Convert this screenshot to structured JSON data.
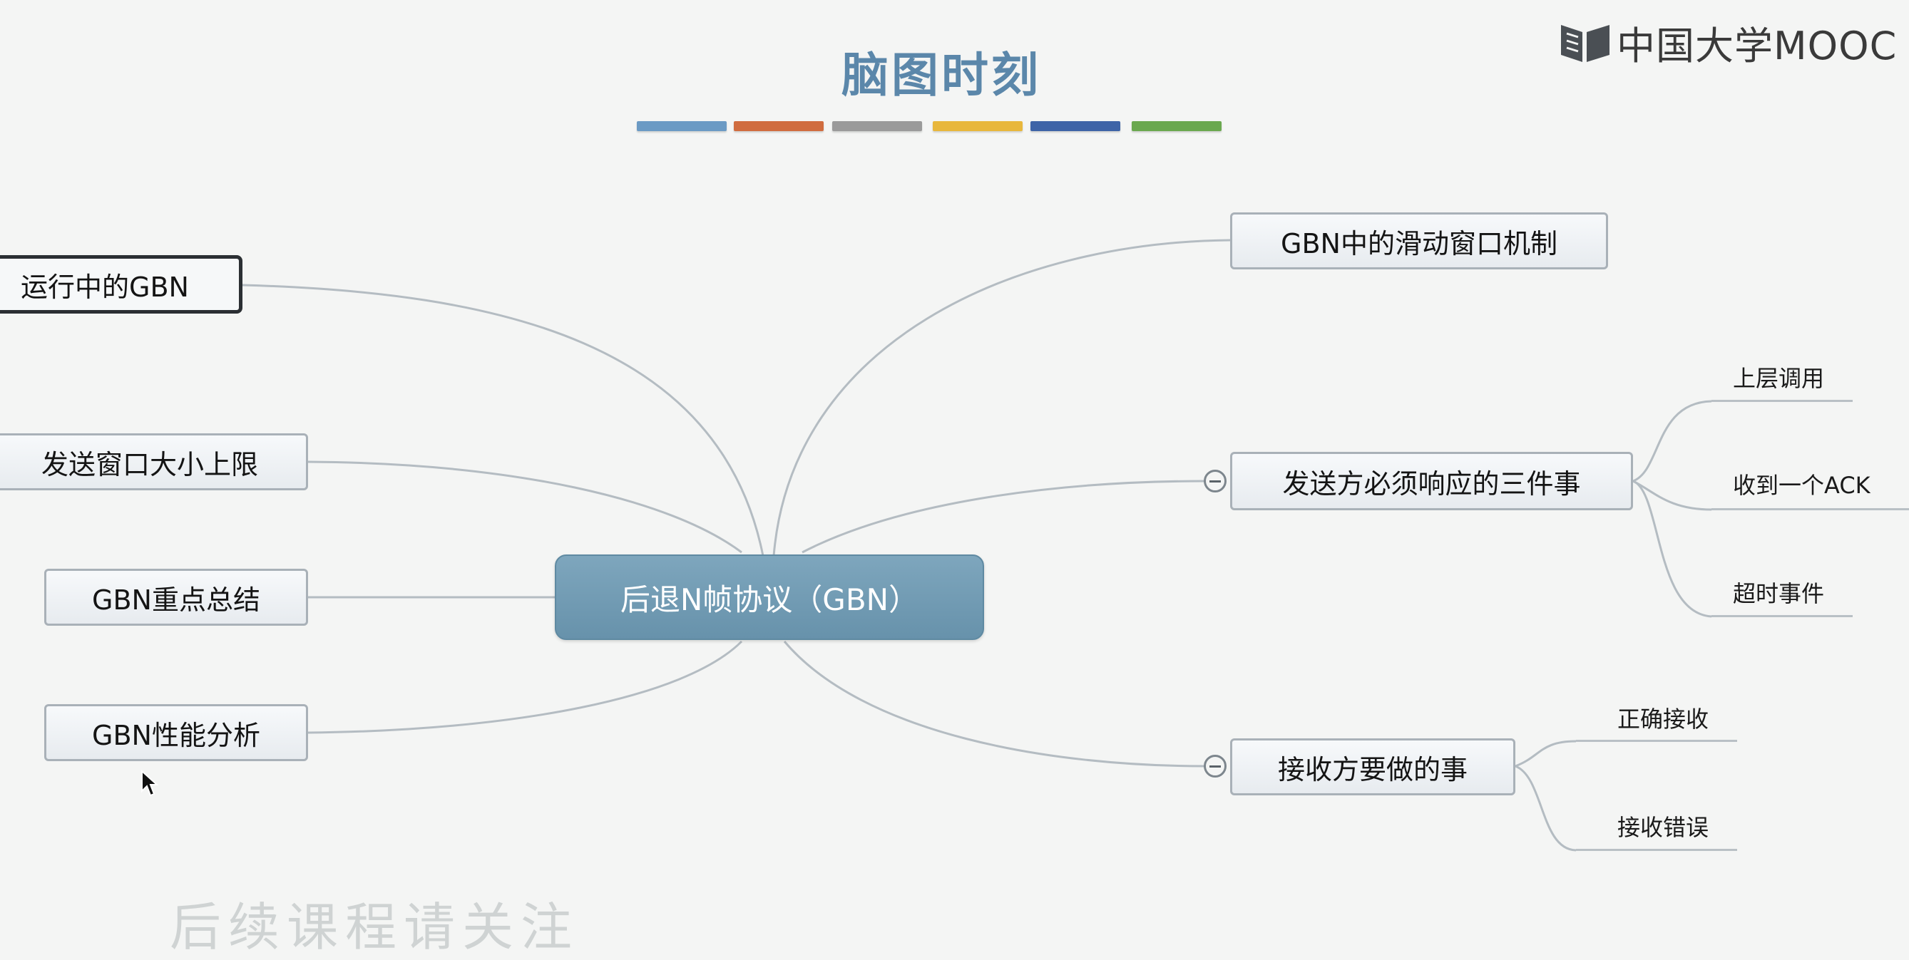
{
  "header": {
    "title": "脑图时刻",
    "title_color": "#5b87aa",
    "color_bars": [
      "#6b9ac4",
      "#d06c3f",
      "#9a9a9a",
      "#e8b73c",
      "#3e64a7",
      "#6aa84f"
    ],
    "brand": "中国大学MOOC",
    "brand_icon": "open-book-icon"
  },
  "mindmap": {
    "central": "后退N帧协议（GBN）",
    "branches": [
      {
        "label": "运行中的GBN",
        "selected": true
      },
      {
        "label": "发送窗口大小上限"
      },
      {
        "label": "GBN重点总结"
      },
      {
        "label": "GBN性能分析"
      },
      {
        "label": "GBN中的滑动窗口机制"
      },
      {
        "label": "发送方必须响应的三件事",
        "children": [
          "上层调用",
          "收到一个ACK",
          "超时事件"
        ]
      },
      {
        "label": "接收方要做的事",
        "children": [
          "正确接收",
          "接收错误"
        ]
      }
    ]
  },
  "footer": {
    "watermark": "后续课程请关注"
  }
}
